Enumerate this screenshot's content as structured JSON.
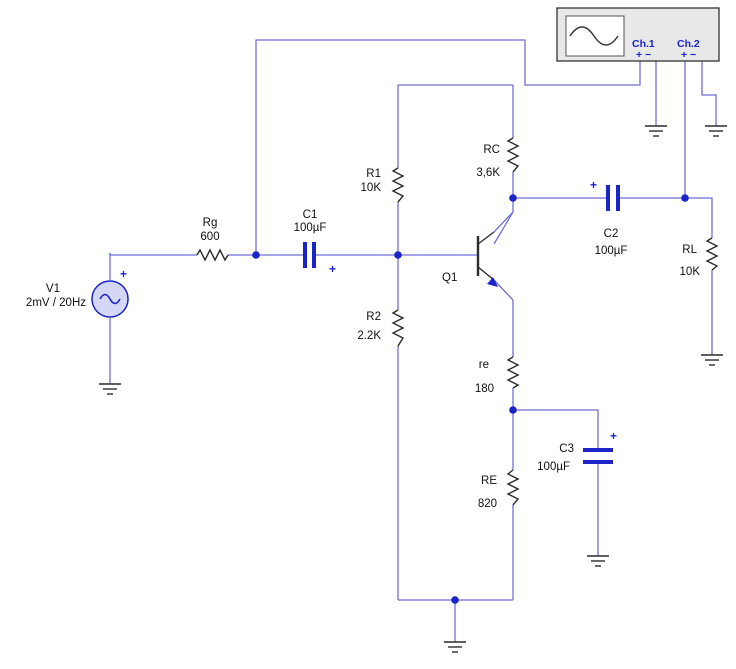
{
  "source": {
    "name": "V1",
    "value": "2mV / 20Hz"
  },
  "rg": {
    "name": "Rg",
    "value": "600"
  },
  "c1": {
    "name": "C1",
    "value": "100µF"
  },
  "r1": {
    "name": "R1",
    "value": "10K"
  },
  "r2": {
    "name": "R2",
    "value": "2.2K"
  },
  "rc": {
    "name": "RC",
    "value": "3,6K"
  },
  "q1": {
    "name": "Q1"
  },
  "c2": {
    "name": "C2",
    "value": "100µF"
  },
  "rl": {
    "name": "RL",
    "value": "10K"
  },
  "re": {
    "name": "re",
    "value": "180"
  },
  "re_big": {
    "name": "RE",
    "value": "820"
  },
  "c3": {
    "name": "C3",
    "value": "100µF"
  },
  "scope": {
    "ch1": "Ch.1",
    "ch2": "Ch.2",
    "pm": "+  −"
  },
  "polarity_plus": "+",
  "colors": {
    "wire": "#6f6fd8",
    "node": "#1a24c8",
    "component": "#2c2c2c"
  }
}
